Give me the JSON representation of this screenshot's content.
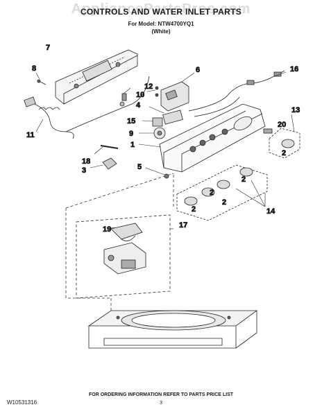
{
  "header": {
    "watermark": "AppliancePartsPros.com",
    "title": "CONTROLS AND WATER INLET PARTS",
    "model": "For Model: NTW4700YQ1",
    "color": "(White)"
  },
  "footer": {
    "doc_number": "W10531316",
    "ordering_note": "FOR ORDERING INFORMATION REFER TO PARTS PRICE LIST",
    "page_number": "3"
  },
  "callouts": {
    "c1": "1",
    "c2a": "2",
    "c2b": "2",
    "c2c": "2",
    "c2d": "2",
    "c2e": "2",
    "c3": "3",
    "c4": "4",
    "c5": "5",
    "c6": "6",
    "c7": "7",
    "c8": "8",
    "c9": "9",
    "c10": "10",
    "c11": "11",
    "c12": "12",
    "c13": "13",
    "c14": "14",
    "c15": "15",
    "c16": "16",
    "c17": "17",
    "c18": "18",
    "c19": "19",
    "c20": "20"
  }
}
